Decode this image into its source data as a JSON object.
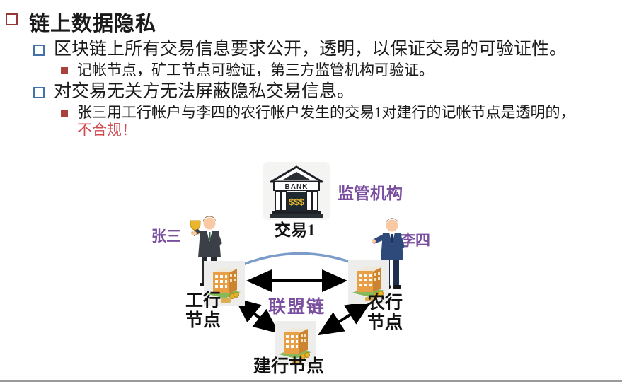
{
  "slide": {
    "title": "链上数据隐私",
    "bullets": [
      {
        "level": 2,
        "text": "区块链上所有交易信息要求公开，透明，以保证交易的可验证性。"
      },
      {
        "level": 3,
        "text": "记帐节点，矿工节点可验证，第三方监管机构可验证。"
      },
      {
        "level": 2,
        "text": "对交易无关方无法屏蔽隐私交易信息。"
      },
      {
        "level": 3,
        "text": "张三用工行帐户与李四的农行帐户发生的交易1对建行的记帐节点是透明的，",
        "warning": "不合规！"
      }
    ]
  },
  "diagram": {
    "bank_icon_text": "BANK",
    "bank_icon_money": "$$$",
    "regulator_label": "监管机构",
    "transaction_label": "交易1",
    "person_left_label": "张三",
    "person_right_label": "李四",
    "node_left_label": "工行\n节点",
    "node_right_label": "农行\n节点",
    "node_bottom_label": "建行节点",
    "chain_label": "联盟链"
  },
  "colors": {
    "accent_purple": "#7a4fa0",
    "warning_red": "#d04a52",
    "title_bullet_red": "#953735",
    "sub_bullet_blue": "#4472a8",
    "level3_bullet_red": "#a8423f",
    "arc_blue": "#7b9cc9",
    "gold": "#e8b832"
  }
}
